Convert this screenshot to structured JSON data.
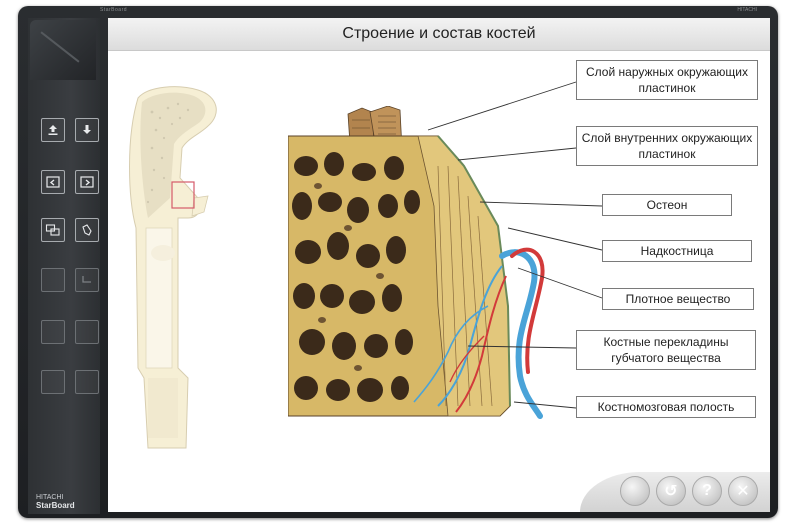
{
  "window": {
    "brand_top_left": "StarBoard",
    "brand_top_right": "HITACHI",
    "brand_bottom_small": "HITACHI",
    "brand_bottom_name": "StarBoard"
  },
  "slide": {
    "title": "Строение и состав костей"
  },
  "labels": [
    {
      "id": "outer-lamellae",
      "text": "Слой наружных окружающих пластинок"
    },
    {
      "id": "inner-lamellae",
      "text": "Слой внутренних окружающих пластинок"
    },
    {
      "id": "osteon",
      "text": "Остеон"
    },
    {
      "id": "periosteum",
      "text": "Надкостница"
    },
    {
      "id": "compact-substance",
      "text": "Плотное вещество"
    },
    {
      "id": "trabeculae",
      "text": "Костные перекладины губчатого вещества"
    },
    {
      "id": "marrow-cavity",
      "text": "Костномозговая полость"
    }
  ],
  "colors": {
    "frame": "#1d1f22",
    "bone": "#d7b867",
    "bone_dark": "#5a4228",
    "artery": "#d23a3a",
    "vein": "#4aa3d8"
  },
  "toolbar": {
    "icons": [
      "upload-icon",
      "download-icon",
      "page-back-icon",
      "page-forward-icon",
      "screens-icon",
      "pen-icon",
      "blank-tool-icon",
      "return-icon",
      "empty-slot",
      "empty-slot",
      "empty-slot",
      "empty-slot"
    ]
  },
  "nav": {
    "icons": [
      "home-icon",
      "back-icon",
      "help-icon",
      "close-icon"
    ],
    "glyphs": [
      "",
      "↺",
      "?",
      "✕"
    ]
  }
}
